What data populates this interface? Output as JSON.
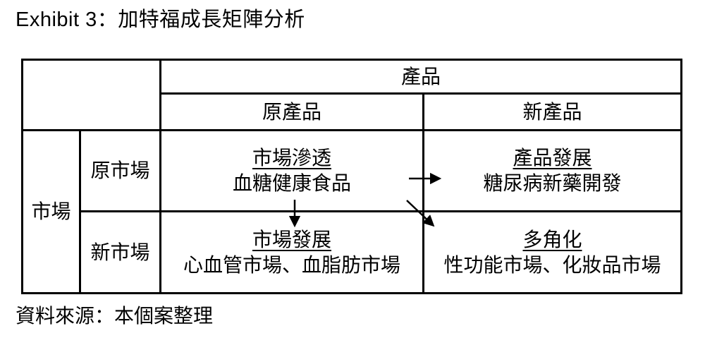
{
  "title": "Exhibit 3：加特福成長矩陣分析",
  "source_note": "資料來源：本個案整理",
  "matrix": {
    "product_axis_label": "產品",
    "market_axis_label": "市場",
    "column_headers": {
      "old_product": "原產品",
      "new_product": "新產品"
    },
    "row_headers": {
      "old_market": "原市場",
      "new_market": "新市場"
    },
    "cells": {
      "penetration": {
        "strategy": "市場滲透",
        "detail": "血糖健康食品"
      },
      "development": {
        "strategy": "產品發展",
        "detail": "糖尿病新藥開發"
      },
      "market_dev": {
        "strategy": "市場發展",
        "detail": "心血管市場、血脂肪市場"
      },
      "diversification": {
        "strategy": "多角化",
        "detail": "性功能市場、化妝品市場"
      }
    },
    "arrows": [
      {
        "icon": "arrow-right-icon",
        "from": "市場滲透",
        "to": "產品發展"
      },
      {
        "icon": "arrow-down-icon",
        "from": "市場滲透",
        "to": "市場發展"
      },
      {
        "icon": "arrow-diagonal-icon",
        "from": "市場滲透",
        "to": "多角化"
      }
    ]
  },
  "colors": {
    "line": "#000000",
    "text": "#000000",
    "background": "#ffffff"
  }
}
